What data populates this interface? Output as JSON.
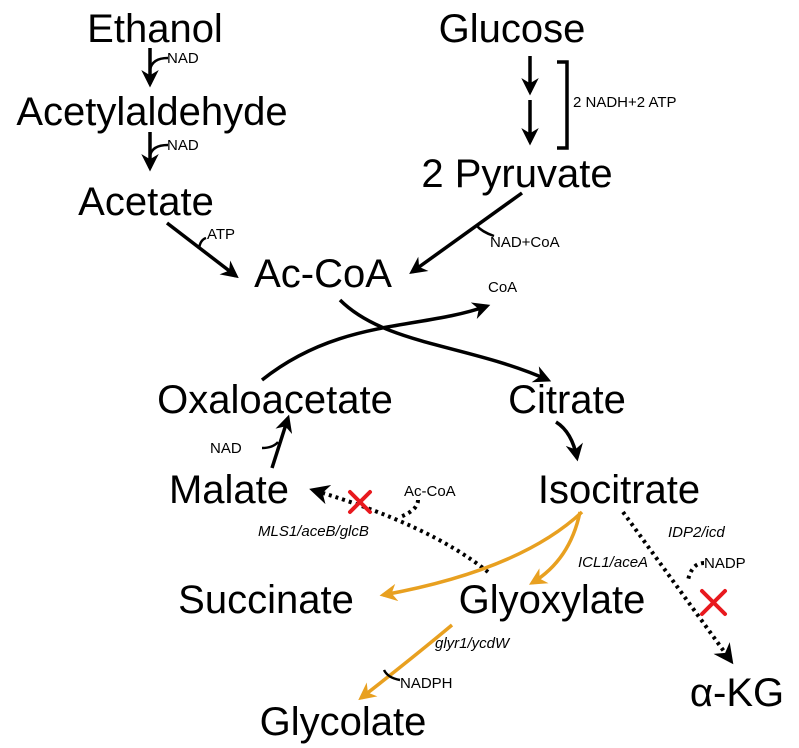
{
  "metabolites": {
    "ethanol": "Ethanol",
    "acetylaldehyde": "Acetylaldehyde",
    "acetate": "Acetate",
    "glucose": "Glucose",
    "pyruvate": "2 Pyruvate",
    "accoa": "Ac-CoA",
    "oxaloacetate": "Oxaloacetate",
    "citrate": "Citrate",
    "malate": "Malate",
    "isocitrate": "Isocitrate",
    "succinate": "Succinate",
    "glyoxylate": "Glyoxylate",
    "glycolate": "Glycolate",
    "akg": "α-KG"
  },
  "cofactors": {
    "nad_ethanol": "NAD",
    "nad_acetylaldehyde": "NAD",
    "glycolysis_yield": "2 NADH+2 ATP",
    "atp_acetate": "ATP",
    "nad_coa_pyruvate": "NAD+CoA",
    "coa_out": "CoA",
    "nad_malate": "NAD",
    "accoa_malate": "Ac-CoA",
    "nadp_icd": "NADP",
    "nadph_glyr": "NADPH"
  },
  "enzymes": {
    "mls": "MLS1/aceB/glcB",
    "icl": "ICL1/aceA",
    "idp": "IDP2/icd",
    "glyr": "glyr1/ycdW"
  },
  "colors": {
    "engineered_pathway": "#e8a020",
    "knockout_mark": "#e8191e",
    "native_pathway": "#000000"
  }
}
